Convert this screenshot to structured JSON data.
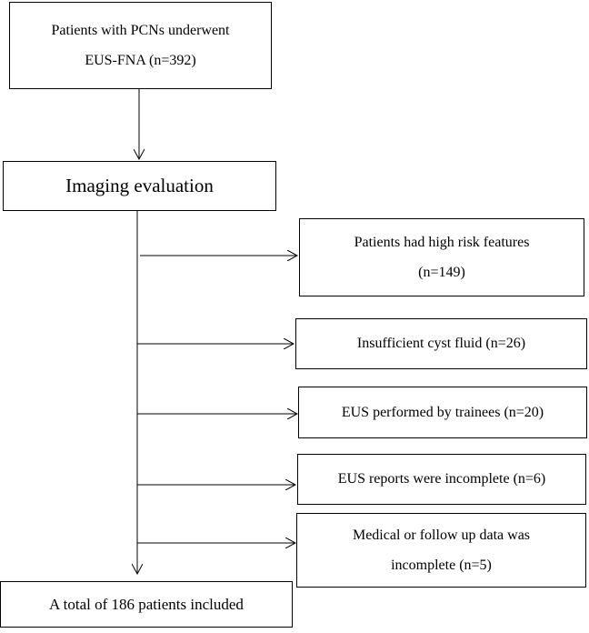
{
  "flowchart": {
    "start_box": {
      "line1": "Patients with PCNs underwent",
      "line2": "EUS-FNA (n=392)"
    },
    "evaluation_box": {
      "label": "Imaging evaluation"
    },
    "exclusions": [
      {
        "line1": "Patients had high risk features",
        "line2": "(n=149)"
      },
      {
        "line1": "Insufficient cyst fluid (n=26)"
      },
      {
        "line1": "EUS performed by trainees (n=20)"
      },
      {
        "line1": "EUS reports were incomplete (n=6)"
      },
      {
        "line1": "Medical or follow up data was",
        "line2": "incomplete (n=5)"
      }
    ],
    "final_box": {
      "label": "A total of 186 patients included"
    }
  }
}
